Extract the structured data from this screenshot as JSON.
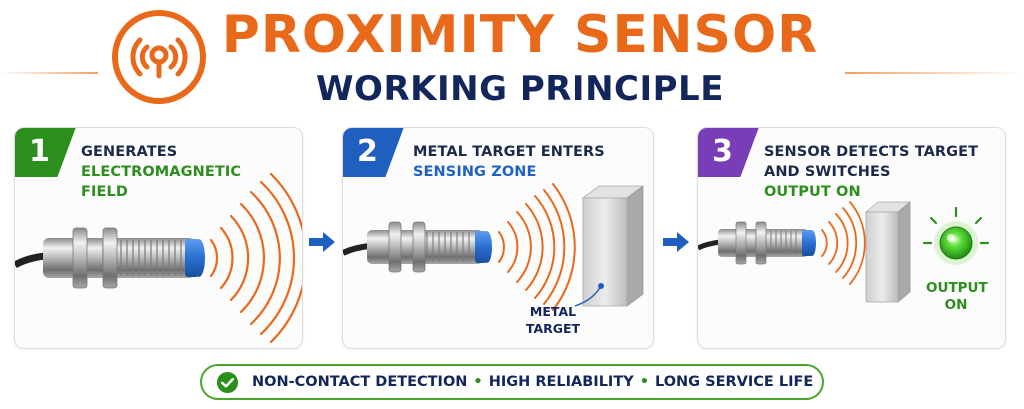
{
  "header": {
    "title": "PROXIMITY SENSOR",
    "subtitle": "WORKING PRINCIPLE",
    "logo_icon": "sensor-signal-icon"
  },
  "steps": [
    {
      "number": "1",
      "badge_color": "#2c8f1d",
      "title_dark": "GENERATES",
      "title_accent_1": "ELECTROMAGNETIC",
      "title_accent_2": "FIELD",
      "accent_color": "#2c8f1d"
    },
    {
      "number": "2",
      "badge_color": "#1e5fbf",
      "title_dark": "METAL TARGET ENTERS",
      "title_accent_1": "SENSING ZONE",
      "accent_color": "#1e63c2",
      "target_label_1": "METAL",
      "target_label_2": "TARGET"
    },
    {
      "number": "3",
      "badge_color": "#7a3db8",
      "title_dark_1": "SENSOR DETECTS TARGET",
      "title_dark_2": "AND SWITCHES",
      "title_accent_1": "OUTPUT ON",
      "accent_color": "#2c8f1d",
      "output_label_1": "OUTPUT",
      "output_label_2": "ON"
    }
  ],
  "features": {
    "item_1": "NON-CONTACT DETECTION",
    "item_2": "HIGH RELIABILITY",
    "item_3": "LONG SERVICE LIFE",
    "separator": "•",
    "icon": "check-circle-icon"
  },
  "colors": {
    "orange": "#e8691a",
    "navy": "#12265c",
    "green": "#2c8f1d",
    "blue": "#1e63c2",
    "purple": "#7a3db8",
    "sensor_cap": "#2a6fd1"
  }
}
